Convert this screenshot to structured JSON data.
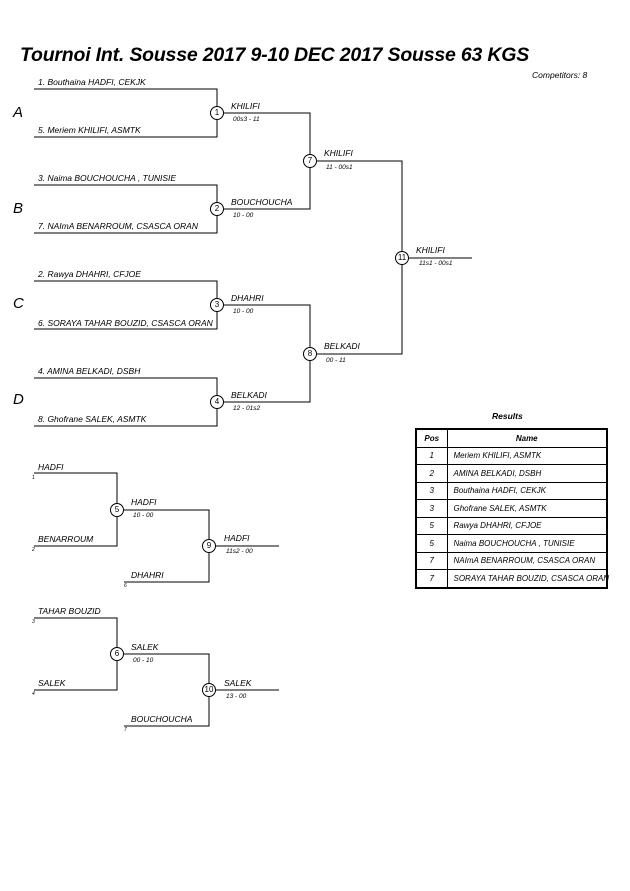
{
  "header": {
    "title": "Tournoi Int. Sousse 2017  9-10 DEC 2017  Sousse   63 KGS",
    "competitors": "Competitors: 8"
  },
  "pools": [
    "A",
    "B",
    "C",
    "D"
  ],
  "entrants": [
    "1. Bouthaina HADFI, CEKJK",
    "5. Meriem KHILIFI, ASMTK",
    "3. Naima BOUCHOUCHA , TUNISIE",
    "7. NAImA BENARROUM, CSASCA ORAN",
    "2. Rawya DHAHRI, CFJOE",
    "6. SORAYA TAHAR BOUZID, CSASCA ORAN",
    "4. AMINA BELKADI, DSBH",
    "8. Ghofrane SALEK, ASMTK"
  ],
  "matches": {
    "m1": {
      "num": "1",
      "winner": "KHILIFI",
      "score": "00s3 - 11"
    },
    "m2": {
      "num": "2",
      "winner": "BOUCHOUCHA",
      "score": "10 - 00"
    },
    "m3": {
      "num": "3",
      "winner": "DHAHRI",
      "score": "10 - 00"
    },
    "m4": {
      "num": "4",
      "winner": "BELKADI",
      "score": "12 - 01s2"
    },
    "m7": {
      "num": "7",
      "winner": "KHILIFI",
      "score": "11 - 00s1"
    },
    "m8": {
      "num": "8",
      "winner": "BELKADI",
      "score": "00 - 11"
    },
    "m11": {
      "num": "11",
      "winner": "KHILIFI",
      "score": "11s1 - 00s1"
    }
  },
  "repechage": {
    "r1": {
      "top": "HADFI",
      "top_tag": "1",
      "bottom": "BENARROUM",
      "bottom_tag": "2",
      "m5": {
        "num": "5",
        "winner": "HADFI",
        "score": "10 - 00"
      },
      "third": "DHAHRI",
      "third_tag": "6",
      "m9": {
        "num": "9",
        "winner": "HADFI",
        "score": "11s2 - 00"
      }
    },
    "r2": {
      "top": "TAHAR BOUZID",
      "top_tag": "3",
      "bottom": "SALEK",
      "bottom_tag": "4",
      "m6": {
        "num": "6",
        "winner": "SALEK",
        "score": "00 - 10"
      },
      "third": "BOUCHOUCHA",
      "third_tag": "7",
      "m10": {
        "num": "10",
        "winner": "SALEK",
        "score": "13 - 00"
      }
    }
  },
  "results": {
    "title": "Results",
    "headers": {
      "pos": "Pos",
      "name": "Name"
    },
    "rows": [
      {
        "pos": "1",
        "name": "Meriem KHILIFI, ASMTK"
      },
      {
        "pos": "2",
        "name": "AMINA BELKADI, DSBH"
      },
      {
        "pos": "3",
        "name": "Bouthaina HADFI, CEKJK"
      },
      {
        "pos": "3",
        "name": "Ghofrane SALEK, ASMTK"
      },
      {
        "pos": "5",
        "name": "Rawya DHAHRI, CFJOE"
      },
      {
        "pos": "5",
        "name": "Naima BOUCHOUCHA , TUNISIE"
      },
      {
        "pos": "7",
        "name": "NAImA BENARROUM, CSASCA ORAN"
      },
      {
        "pos": "7",
        "name": "SORAYA TAHAR BOUZID, CSASCA ORAN"
      }
    ]
  }
}
